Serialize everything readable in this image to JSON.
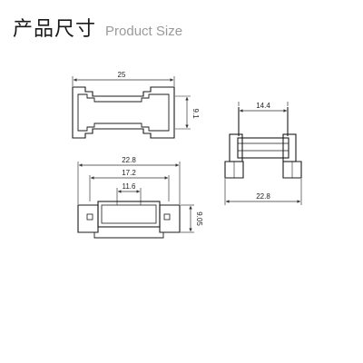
{
  "header": {
    "title_cn": "产品尺寸",
    "title_en": "Product Size"
  },
  "top_view": {
    "width_label": "25",
    "height_label": "9.1"
  },
  "side_view": {
    "top_label": "14.4",
    "bottom_label": "22.8"
  },
  "front_view": {
    "outer_label": "22.8",
    "middle_label": "17.2",
    "inner_label": "11.6",
    "height_label": "9.05"
  },
  "colors": {
    "line": "#1a1a1a",
    "dim_line": "#333333",
    "title_en": "#9a9a9a"
  }
}
